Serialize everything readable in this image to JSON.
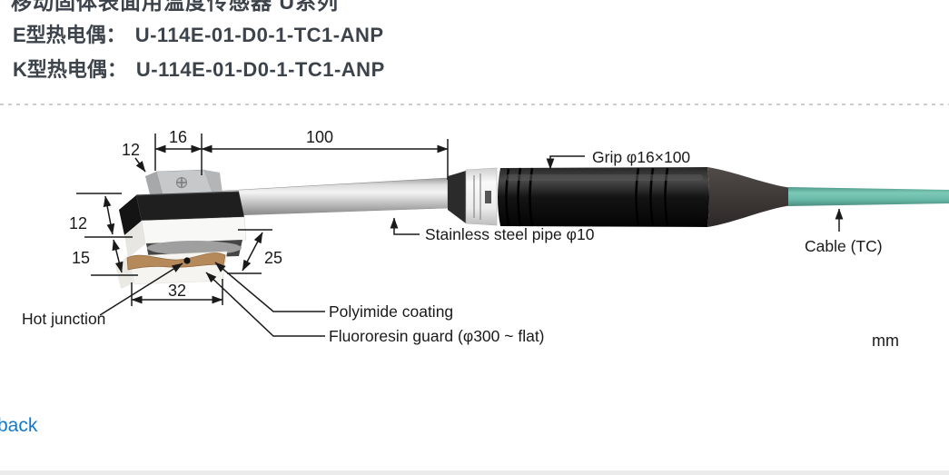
{
  "page": {
    "clipped_heading": "移动固体表面用温度传感器 U系列",
    "models": [
      {
        "label": "E型热电偶：",
        "value": "U-114E-01-D0-1-TC1-ANP"
      },
      {
        "label": "K型热电偶：",
        "value": "U-114E-01-D0-1-TC1-ANP"
      }
    ],
    "back_link": "back"
  },
  "diagram": {
    "unit_label": "mm",
    "dimensions": {
      "bracket_offset": "12",
      "bracket_width": "16",
      "pipe_length": "100",
      "head_upper_height": "12",
      "head_lower_height": "15",
      "head_depth": "25",
      "head_width": "32"
    },
    "labels": {
      "grip": "Grip φ16×100",
      "pipe": "Stainless steel pipe φ10",
      "cable": "Cable (TC)",
      "hot_junction": "Hot junction",
      "polyimide": "Polyimide coating",
      "fluororesin": "Fluororesin guard (φ300 ~ flat)"
    },
    "colors": {
      "cable": "#6fbfae",
      "grip": "#111111",
      "link_blue": "#1379cc",
      "line": "#1a1a1a"
    }
  }
}
